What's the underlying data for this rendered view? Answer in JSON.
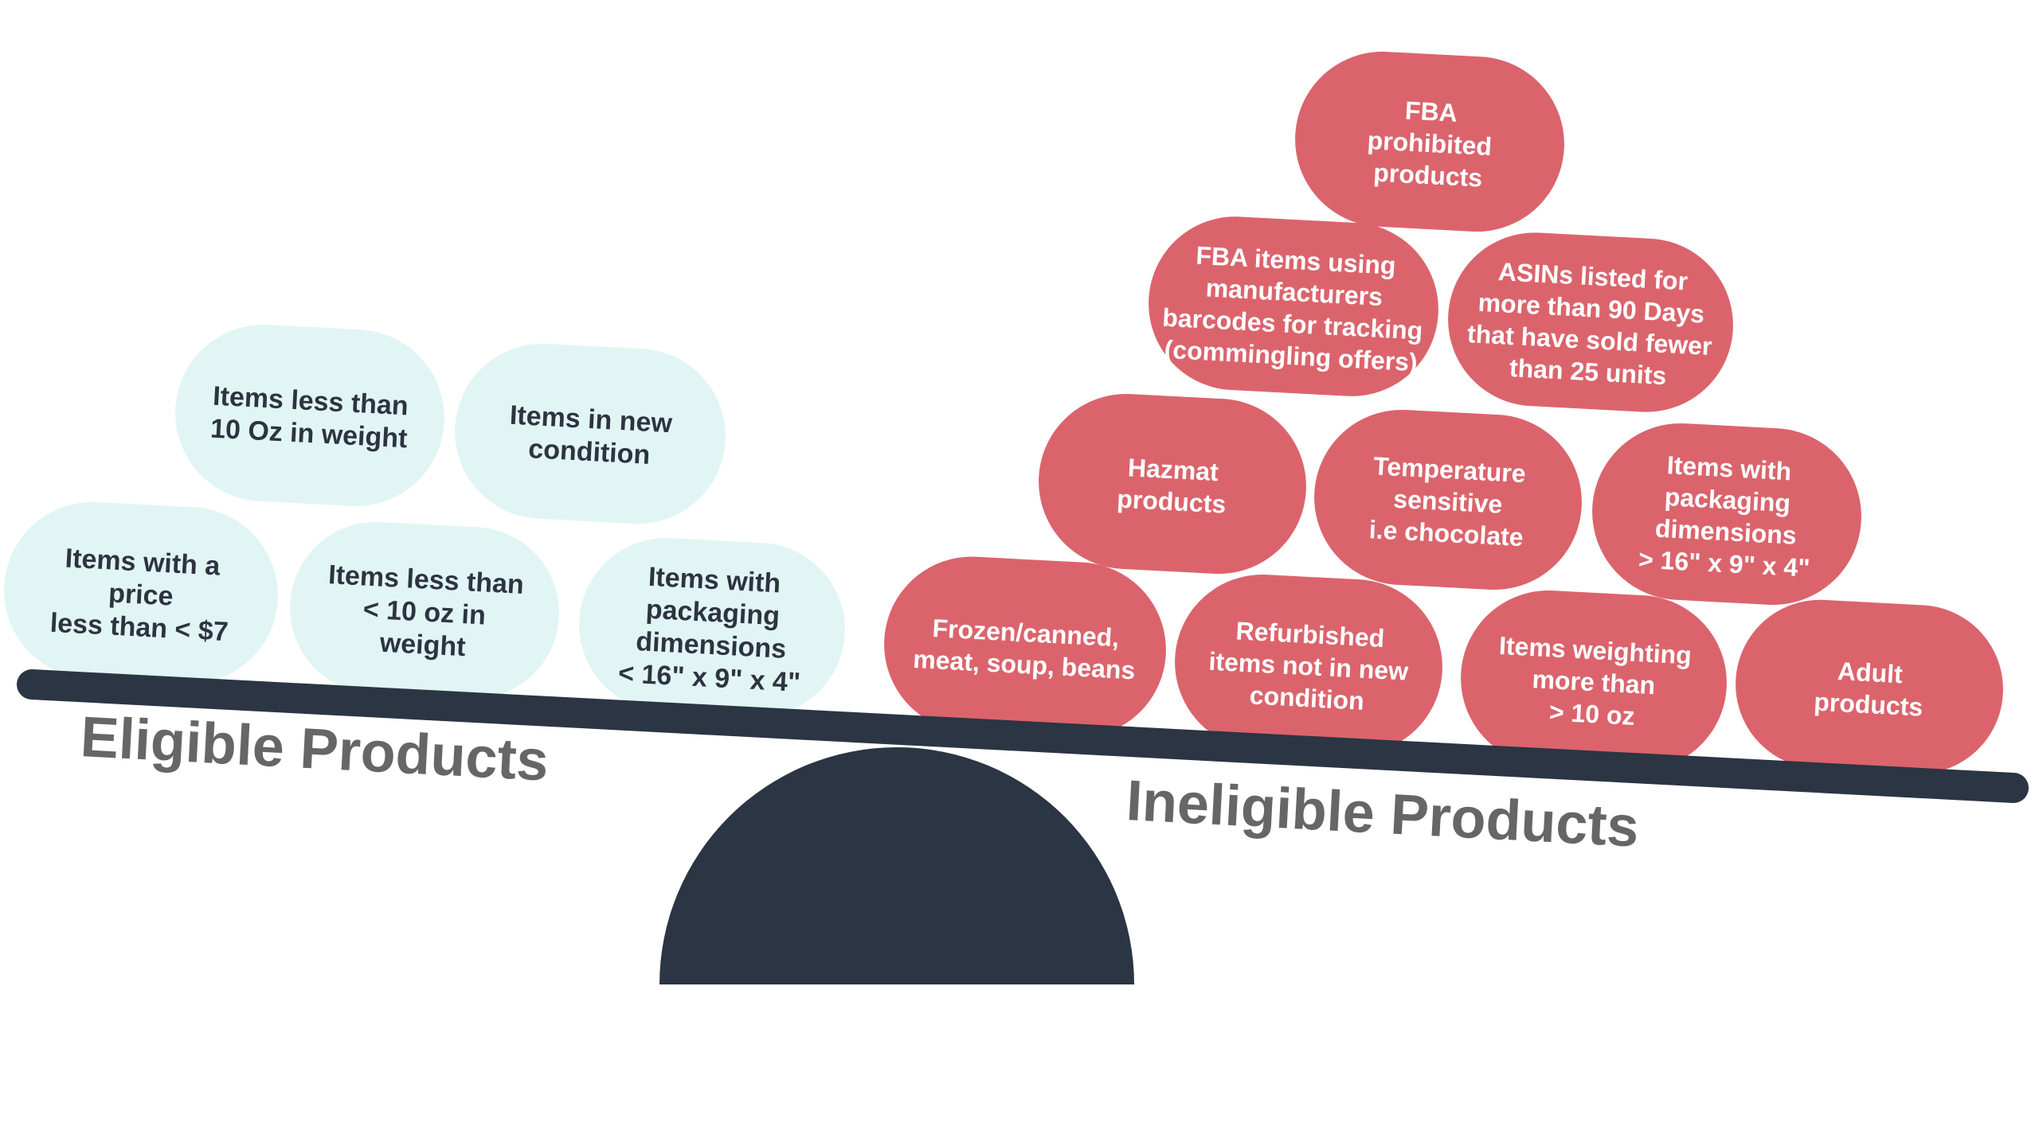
{
  "diagram": {
    "eligible_label": "Eligible Products",
    "ineligible_label": "Ineligible Products",
    "colors": {
      "eligible_pill": "#e2f5f5",
      "eligible_text": "#2d3440",
      "ineligible_pill": "#db646c",
      "ineligible_text": "#ffffff",
      "beam": "#2b3543",
      "side_label": "#666666"
    },
    "eligible_items": [
      {
        "lines": [
          "Items less than",
          "10 Oz in weight"
        ]
      },
      {
        "lines": [
          "Items in new",
          "condition"
        ]
      },
      {
        "lines": [
          "Items with a",
          "price",
          "less than < $7"
        ]
      },
      {
        "lines": [
          "Items less than",
          "< 10 oz in",
          "weight"
        ]
      },
      {
        "lines": [
          "Items with",
          "packaging",
          "dimensions",
          "< 16\" x 9\" x 4\""
        ]
      }
    ],
    "ineligible_items": [
      {
        "lines": [
          "FBA",
          "prohibited",
          "products"
        ]
      },
      {
        "lines": [
          "FBA items using",
          "manufacturers",
          "barcodes for tracking",
          "(commingling offers)"
        ]
      },
      {
        "lines": [
          "ASINs listed for",
          "more than 90 Days",
          "that have sold fewer",
          "than 25 units"
        ]
      },
      {
        "lines": [
          "Hazmat",
          "products"
        ]
      },
      {
        "lines": [
          "Temperature",
          "sensitive",
          "i.e chocolate"
        ]
      },
      {
        "lines": [
          "Items with",
          "packaging",
          "dimensions",
          "> 16\" x 9\" x 4\""
        ]
      },
      {
        "lines": [
          "Frozen/canned,",
          "meat, soup, beans"
        ]
      },
      {
        "lines": [
          "Refurbished",
          "items not in new",
          "condition"
        ]
      },
      {
        "lines": [
          "Items weighting",
          "more than",
          "> 10 oz"
        ]
      },
      {
        "lines": [
          "Adult",
          "products"
        ]
      }
    ]
  }
}
